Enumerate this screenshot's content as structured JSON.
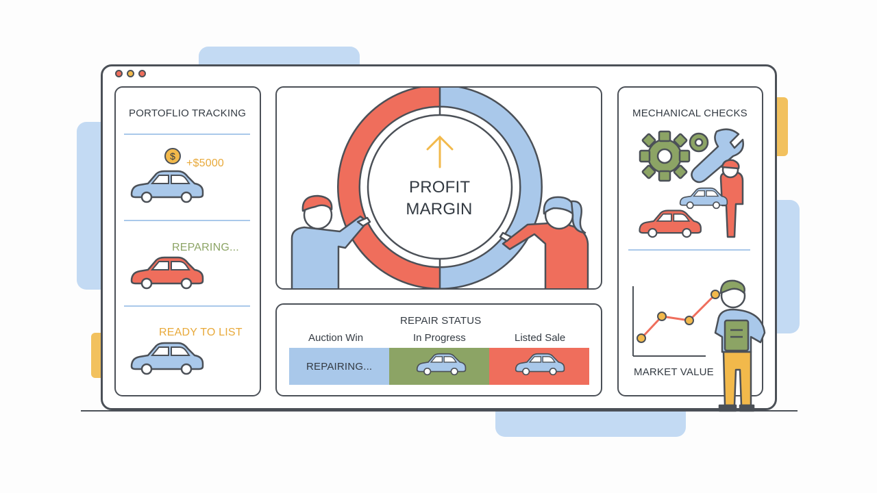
{
  "portfolio": {
    "title": "PORTOFLIO TRACKING",
    "coin_symbol": "$",
    "profit": "+$5000",
    "repairing": "REPARING...",
    "ready": "READY TO LIST"
  },
  "center": {
    "title_line1": "PROFIT",
    "title_line2": "MARGIN"
  },
  "repair_status": {
    "title": "REPAIR STATUS",
    "columns": [
      "Auction Win",
      "In Progress",
      "Listed Sale"
    ],
    "first_cell": "REPAIRING..."
  },
  "right": {
    "mechanical_title": "MECHANICAL CHECKS",
    "market_title": "MARKET VALUE"
  },
  "colors": {
    "blue": "#a9c8ea",
    "red": "#ef6e5c",
    "green": "#8ca465",
    "yellow": "#f2b94b",
    "outline": "#4b5057"
  }
}
